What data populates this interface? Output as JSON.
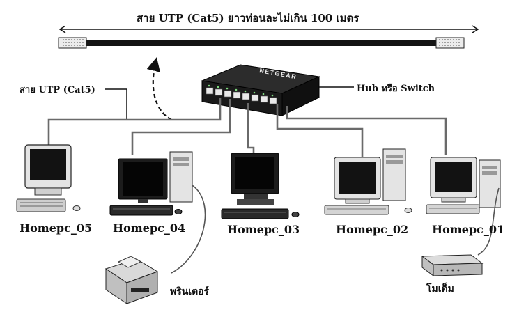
{
  "top_cable_label": "สาย UTP (Cat5) ยาวท่อนละไม่เกิน 100 เมตร",
  "left_cable_label": "สาย UTP (Cat5)",
  "hub_label": "Hub หรือ Switch",
  "hub_brand": "NETGEAR",
  "computers": [
    {
      "label": "Homepc_05"
    },
    {
      "label": "Homepc_04"
    },
    {
      "label": "Homepc_03"
    },
    {
      "label": "Homepc_02"
    },
    {
      "label": "Homepc_01"
    }
  ],
  "printer_label": "พรินเตอร์",
  "modem_label": "โมเด็ม"
}
